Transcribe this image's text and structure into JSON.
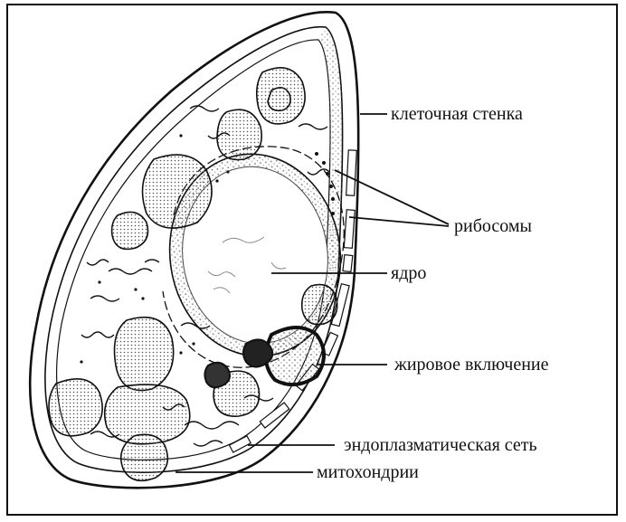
{
  "labels": {
    "cell_wall": "клеточная стенка",
    "ribosomes": "рибосомы",
    "nucleus": "ядро",
    "fat_inclusion": "жировое включение",
    "er": "эндоплазматическая сеть",
    "mitochondria": "митохондрии"
  },
  "colors": {
    "ink": "#111111",
    "background": "#ffffff",
    "stipple": "#9a9a9a"
  }
}
